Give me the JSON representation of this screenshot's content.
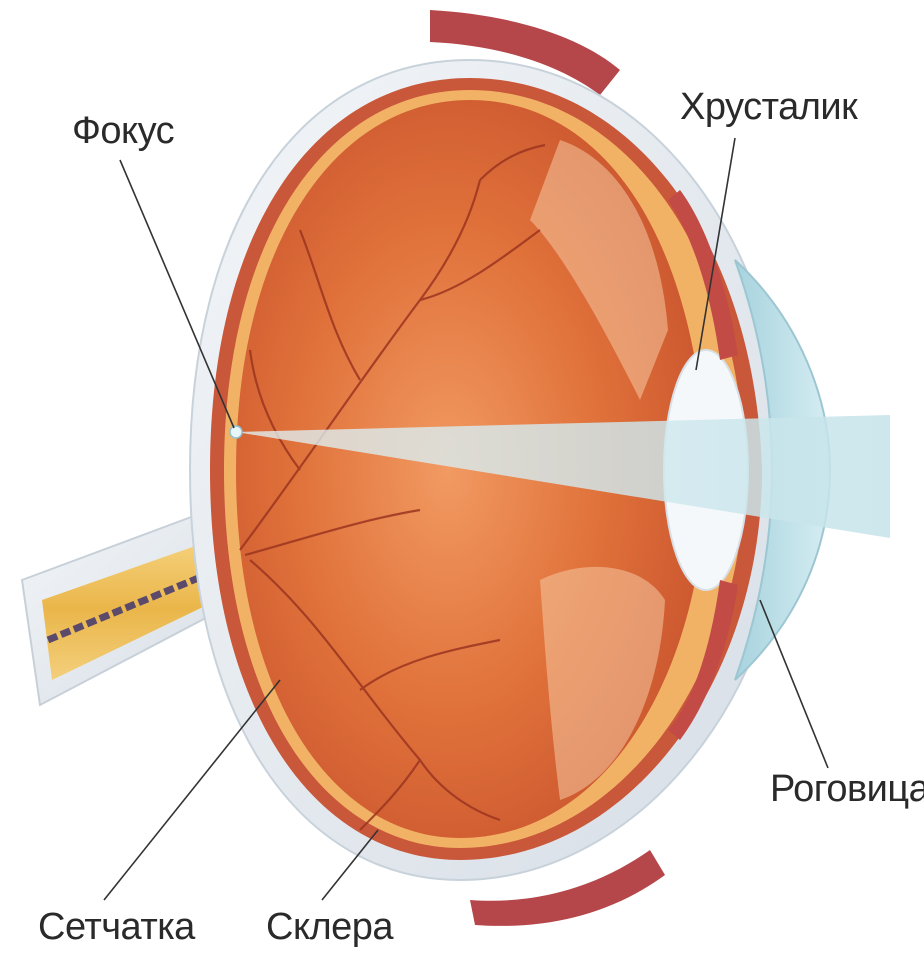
{
  "labels": {
    "focus": "Фокус",
    "lens": "Хрусталик",
    "cornea": "Роговица",
    "retina": "Сетчатка",
    "sclera": "Склера"
  },
  "colors": {
    "sclera": "#e8eef3",
    "choroid": "#c9573a",
    "retina": "#f2b266",
    "vitreous": "#e4763f",
    "vessel": "#9c3520",
    "lens": "#f4f8fb",
    "cornea": "#b9dde6",
    "light_beam": "#cfe8ee",
    "optic_nerve": "#f0c060",
    "muscle": "#b5474a",
    "text": "#2a2a2a"
  }
}
